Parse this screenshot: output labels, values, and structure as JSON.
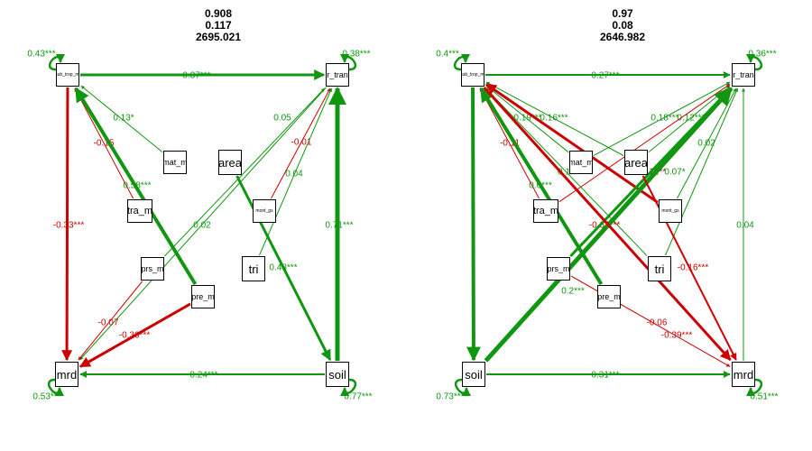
{
  "colors": {
    "positive": "#109610",
    "negative": "#cc0000",
    "node_border": "#000000",
    "header": "#000000"
  },
  "panels": [
    {
      "fit": {
        "line1": "0.908",
        "line2": "0.117",
        "line3": "2695.021"
      },
      "nodes": [
        {
          "id": "sub_trop_mf",
          "label": "sub_trop_mf",
          "kind": "tiny"
        },
        {
          "id": "sr_trans",
          "label": "sr_trans",
          "kind": "small"
        },
        {
          "id": "mat_m",
          "label": "mat_m",
          "kind": "small"
        },
        {
          "id": "area",
          "label": "area",
          "kind": "large"
        },
        {
          "id": "tra_m",
          "label": "tra_m",
          "kind": "medium"
        },
        {
          "id": "mont_gs",
          "label": "mont_gs",
          "kind": "tiny"
        },
        {
          "id": "prs_m",
          "label": "prs_m",
          "kind": "small"
        },
        {
          "id": "tri",
          "label": "tri",
          "kind": "large"
        },
        {
          "id": "pre_m",
          "label": "pre_m",
          "kind": "small"
        },
        {
          "id": "mrd",
          "label": "mrd",
          "kind": "large"
        },
        {
          "id": "soil",
          "label": "soil",
          "kind": "large"
        }
      ],
      "edges": [
        {
          "from": "sub_trop_mf",
          "to": "sr_trans",
          "label": "0.37***",
          "sign": "pos",
          "weight": 3
        },
        {
          "from": "sub_trop_mf",
          "to": "mrd",
          "label": "-0.33***",
          "sign": "neg",
          "weight": 3
        },
        {
          "from": "mat_m",
          "to": "sub_trop_mf",
          "label": "0.13*",
          "sign": "pos",
          "weight": 1
        },
        {
          "from": "tra_m",
          "to": "sub_trop_mf",
          "label": "-0.15",
          "sign": "neg",
          "weight": 1
        },
        {
          "from": "pre_m",
          "to": "sub_trop_mf",
          "label": "0.58***",
          "sign": "pos",
          "weight": 4
        },
        {
          "from": "prs_m",
          "to": "sr_trans",
          "label": "0.05",
          "sign": "pos",
          "weight": 1
        },
        {
          "from": "mont_gs",
          "to": "sr_trans",
          "label": "-0.01",
          "sign": "neg",
          "weight": 1
        },
        {
          "from": "tri",
          "to": "sr_trans",
          "label": "0.04",
          "sign": "pos",
          "weight": 1
        },
        {
          "from": "sr_trans",
          "to": "mrd",
          "label": "0.02",
          "sign": "pos",
          "weight": 1
        },
        {
          "from": "soil",
          "to": "sr_trans",
          "label": "0.71***",
          "sign": "pos",
          "weight": 5
        },
        {
          "from": "area",
          "to": "soil",
          "label": "0.48***",
          "sign": "pos",
          "weight": 3
        },
        {
          "from": "prs_m",
          "to": "mrd",
          "label": "-0.07",
          "sign": "neg",
          "weight": 1
        },
        {
          "from": "pre_m",
          "to": "mrd",
          "label": "-0.36***",
          "sign": "neg",
          "weight": 3
        },
        {
          "from": "soil",
          "to": "mrd",
          "label": "0.24***",
          "sign": "pos",
          "weight": 2
        }
      ],
      "self_loops": [
        {
          "node": "sub_trop_mf",
          "label": "0.43***",
          "side": "top-left"
        },
        {
          "node": "sr_trans",
          "label": "0.38***",
          "side": "top-right"
        },
        {
          "node": "mrd",
          "label": "0.53***",
          "side": "bottom-left"
        },
        {
          "node": "soil",
          "label": "0.77***",
          "side": "bottom-right"
        }
      ]
    },
    {
      "fit": {
        "line1": "0.97",
        "line2": "0.08",
        "line3": "2646.982"
      },
      "nodes": [
        {
          "id": "sub_trop_mf",
          "label": "sub_trop_mf",
          "kind": "tiny"
        },
        {
          "id": "sr_trans",
          "label": "sr_trans",
          "kind": "small"
        },
        {
          "id": "mat_m",
          "label": "mat_m",
          "kind": "small"
        },
        {
          "id": "area",
          "label": "area",
          "kind": "large"
        },
        {
          "id": "tra_m",
          "label": "tra_m",
          "kind": "medium"
        },
        {
          "id": "mont_gs",
          "label": "mont_gs",
          "kind": "tiny"
        },
        {
          "id": "prs_m",
          "label": "prs_m",
          "kind": "small"
        },
        {
          "id": "tri",
          "label": "tri",
          "kind": "large"
        },
        {
          "id": "pre_m",
          "label": "pre_m",
          "kind": "small"
        },
        {
          "id": "soil",
          "label": "soil",
          "kind": "large"
        },
        {
          "id": "mrd",
          "label": "mrd",
          "kind": "large"
        }
      ],
      "edges": [
        {
          "from": "sub_trop_mf",
          "to": "sr_trans",
          "label": "0.27***",
          "sign": "pos",
          "weight": 2
        },
        {
          "from": "mat_m",
          "to": "sub_trop_mf",
          "label": "0.19***",
          "sign": "pos",
          "weight": 1
        },
        {
          "from": "area",
          "to": "sub_trop_mf",
          "label": "0.16***",
          "sign": "pos",
          "weight": 1
        },
        {
          "from": "tra_m",
          "to": "sub_trop_mf",
          "label": "-0.11",
          "sign": "neg",
          "weight": 1
        },
        {
          "from": "pre_m",
          "to": "sub_trop_mf",
          "label": "0.6***",
          "sign": "pos",
          "weight": 4
        },
        {
          "from": "tri",
          "to": "sub_trop_mf",
          "label": "0.1",
          "sign": "pos",
          "weight": 1
        },
        {
          "from": "mont_gs",
          "to": "sub_trop_mf",
          "label": "-0.63***",
          "sign": "neg",
          "weight": 3
        },
        {
          "from": "mat_m",
          "to": "sr_trans",
          "label": "0.18***",
          "sign": "pos",
          "weight": 1
        },
        {
          "from": "area",
          "to": "sr_trans",
          "label": "0.12***",
          "sign": "pos",
          "weight": 1
        },
        {
          "from": "tra_m",
          "to": "sr_trans",
          "label": "-0.12**",
          "sign": "neg",
          "weight": 1
        },
        {
          "from": "mont_gs",
          "to": "sr_trans",
          "label": "0.02",
          "sign": "pos",
          "weight": 1
        },
        {
          "from": "tri",
          "to": "sr_trans",
          "label": "0.07*",
          "sign": "pos",
          "weight": 1
        },
        {
          "from": "mrd",
          "to": "sr_trans",
          "label": "0.04",
          "sign": "pos",
          "weight": 1
        },
        {
          "from": "soil",
          "to": "sr_trans",
          "label": "0.2***",
          "sign": "pos",
          "weight": 5
        },
        {
          "from": "prs_m",
          "to": "sr_trans",
          "label": "0",
          "sign": "pos",
          "weight": 3
        },
        {
          "from": "prs_m",
          "to": "mrd",
          "label": "-0.06",
          "sign": "neg",
          "weight": 1
        },
        {
          "from": "sub_trop_mf",
          "to": "mrd",
          "label": "-0.39***",
          "sign": "neg",
          "weight": 3
        },
        {
          "from": "area",
          "to": "mrd",
          "label": "-0.16***",
          "sign": "neg",
          "weight": 2
        },
        {
          "from": "soil",
          "to": "mrd",
          "label": "0.31***",
          "sign": "pos",
          "weight": 2
        },
        {
          "from": "sub_trop_mf",
          "to": "soil",
          "label": "",
          "sign": "pos",
          "weight": 4
        }
      ],
      "self_loops": [
        {
          "node": "sub_trop_mf",
          "label": "0.4***",
          "side": "top-left"
        },
        {
          "node": "sr_trans",
          "label": "0.36***",
          "side": "top-right"
        },
        {
          "node": "soil",
          "label": "0.73***",
          "side": "bottom-left"
        },
        {
          "node": "mrd",
          "label": "0.51***",
          "side": "bottom-right"
        }
      ]
    }
  ]
}
